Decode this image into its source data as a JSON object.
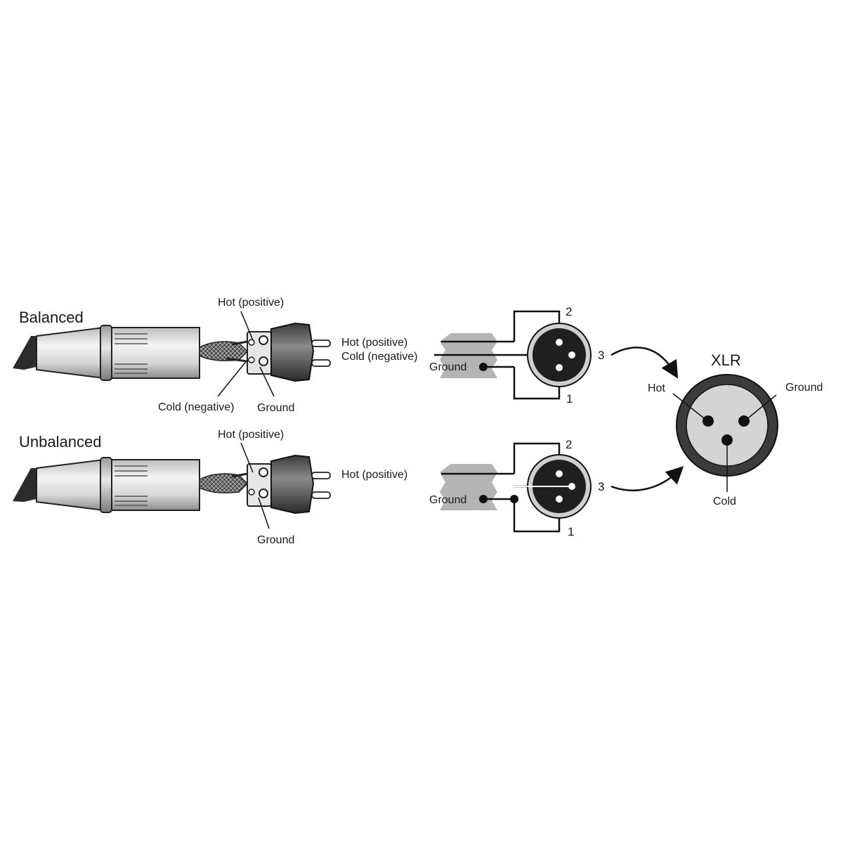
{
  "balanced": {
    "title": "Balanced",
    "hot_label": "Hot (positive)",
    "cold_label": "Cold (negative)",
    "ground_label": "Ground",
    "wiring": {
      "hot_label": "Hot (positive)",
      "cold_label": "Cold (negative)",
      "ground_label": "Ground",
      "pin2": "2",
      "pin3": "3",
      "pin1": "1"
    }
  },
  "unbalanced": {
    "title": "Unbalanced",
    "hot_label": "Hot (positive)",
    "ground_label": "Ground",
    "wiring": {
      "hot_label": "Hot (positive)",
      "ground_label": "Ground",
      "pin2": "2",
      "pin3": "3",
      "pin1": "1"
    }
  },
  "xlr": {
    "title": "XLR",
    "hot_label": "Hot",
    "ground_label": "Ground",
    "cold_label": "Cold"
  }
}
